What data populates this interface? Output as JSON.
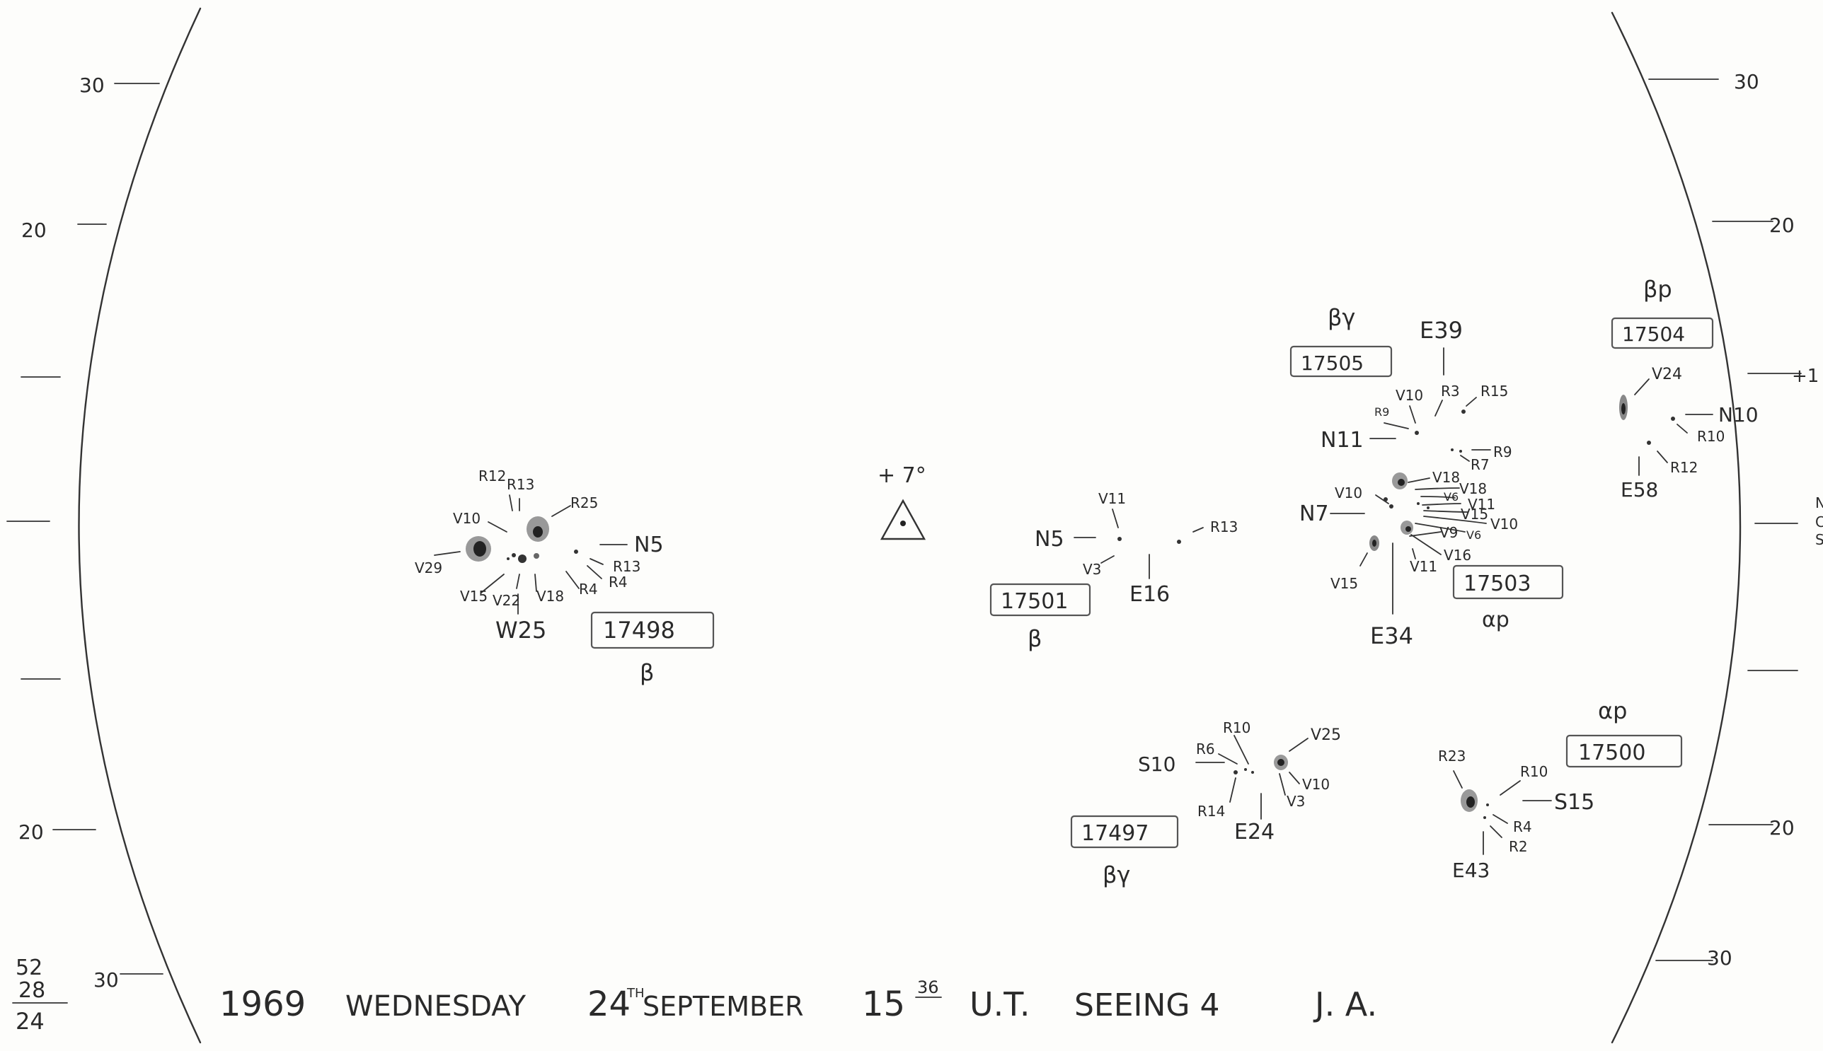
{
  "scale": {
    "left": [
      "30",
      "20",
      "20",
      "30"
    ],
    "right": [
      "30",
      "20",
      "+1",
      "20",
      "30"
    ]
  },
  "tally": [
    "52",
    "28",
    "24"
  ],
  "center_marker": "+ 7°",
  "footer": {
    "year": "1969",
    "day": "WEDNESDAY",
    "date": "24",
    "date_sup": "TH",
    "month": "SEPTEMBER",
    "time": "15",
    "time_sup": "36",
    "time_unit": "U.T.",
    "seeing": "SEEING 4",
    "observer": "J. A."
  },
  "regions": [
    {
      "id": "17498",
      "class": "β",
      "position_label": "W25",
      "spots": [
        "R12",
        "R13",
        "R25",
        "V10",
        "V29",
        "V15",
        "V22",
        "V18",
        "R4",
        "R13",
        "R4",
        "N5"
      ]
    },
    {
      "id": "17501",
      "class": "β",
      "position_label": "E16",
      "spots": [
        "V11",
        "N5",
        "V3",
        "R13"
      ]
    },
    {
      "id": "17505",
      "class": "βγ",
      "position_label": "E39",
      "spots": [
        "V10",
        "R3",
        "R15",
        "R9",
        "N11",
        "R9",
        "R7"
      ]
    },
    {
      "id": "17503",
      "class": "αp",
      "position_label": "E34",
      "spots": [
        "V10",
        "V18",
        "V18",
        "V6",
        "V11",
        "V15",
        "V10",
        "V9",
        "V6",
        "V16",
        "V11",
        "V15",
        "N7"
      ]
    },
    {
      "id": "17504",
      "class": "βp",
      "position_label": "E58",
      "spots": [
        "V24",
        "N10",
        "R10",
        "R12"
      ]
    },
    {
      "id": "17497",
      "class": "βγ",
      "position_label": "E24",
      "spots": [
        "R10",
        "R6",
        "S10",
        "V25",
        "V10",
        "V3",
        "R14"
      ]
    },
    {
      "id": "17500",
      "class": "αp",
      "position_label": "E43",
      "spots": [
        "R23",
        "R10",
        "S15",
        "R4",
        "R2"
      ]
    }
  ],
  "right_edge_letters": [
    "N",
    "C",
    "S"
  ]
}
